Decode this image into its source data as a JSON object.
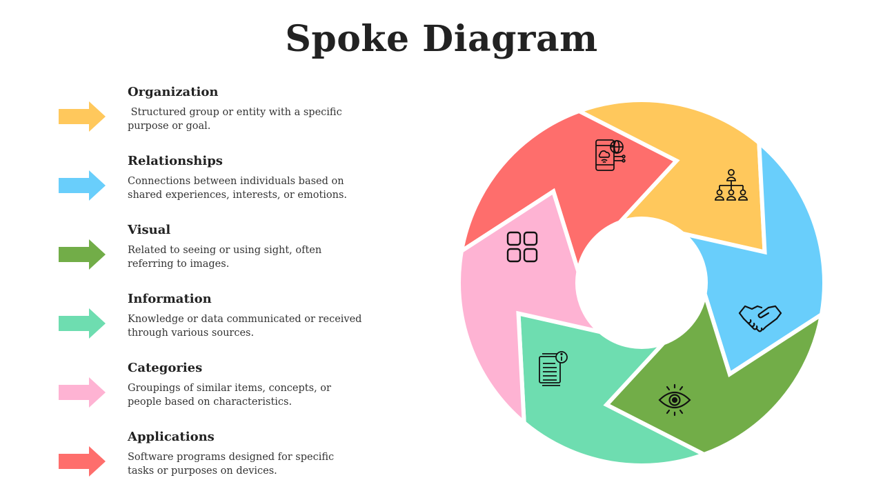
{
  "title": "Spoke Diagram",
  "items": [
    {
      "heading": "Organization",
      "description": " Structured group or entity with a specific purpose or goal.",
      "color": "#FFC85C",
      "icon": "org-chart-icon"
    },
    {
      "heading": "Relationships",
      "description": "Connections between individuals based on shared experiences, interests, or emotions.",
      "color": "#69CEFB",
      "icon": "handshake-icon"
    },
    {
      "heading": "Visual",
      "description": "Related to seeing or using sight, often referring to images.",
      "color": "#72AD48",
      "icon": "eye-icon"
    },
    {
      "heading": "Information",
      "description": "Knowledge or data communicated or received through various sources.",
      "color": "#6EDDB0",
      "icon": "document-info-icon"
    },
    {
      "heading": "Categories",
      "description": "Groupings of similar items, concepts, or people based on characteristics.",
      "color": "#FEB3D3",
      "icon": "grid-categories-icon"
    },
    {
      "heading": "Applications",
      "description": "Software programs designed for specific tasks or purposes on devices.",
      "color": "#FE6E6C",
      "icon": "mobile-apps-icon"
    }
  ]
}
